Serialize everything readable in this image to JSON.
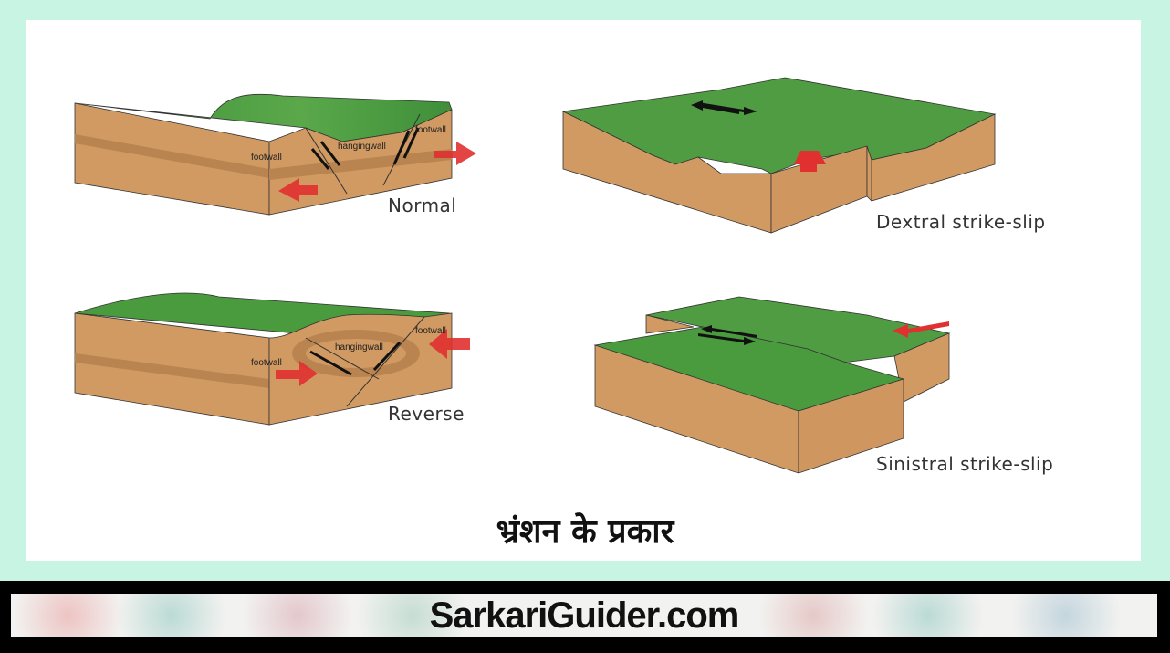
{
  "title": "भ्रंशन के प्रकार",
  "footer": {
    "brand": "SarkariGuider.com"
  },
  "colors": {
    "frame": "#c8f5e3",
    "panel": "#ffffff",
    "grass": "#4a9a3e",
    "grass_light": "#6cb35a",
    "soil": "#d19a62",
    "soil_band": "#b98450",
    "arrow_red": "#e03030",
    "arrow_black": "#111111",
    "footer_bg": "#000000"
  },
  "diagrams": [
    {
      "id": "normal",
      "caption": "Normal",
      "labels": {
        "left": "footwall",
        "middle": "hangingwall",
        "right": "footwall"
      }
    },
    {
      "id": "dextral",
      "caption": "Dextral strike-slip"
    },
    {
      "id": "reverse",
      "caption": "Reverse",
      "labels": {
        "left": "footwall",
        "middle": "hangingwall",
        "right": "footwall"
      }
    },
    {
      "id": "sinistral",
      "caption": "Sinistral strike-slip"
    }
  ]
}
